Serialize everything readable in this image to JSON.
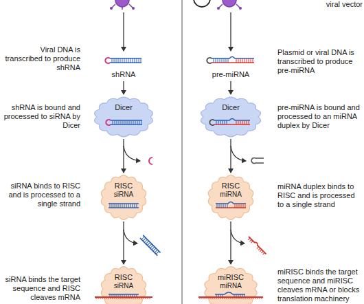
{
  "diagram": {
    "nodes": [
      {
        "text": [
          "shRNA"
        ]
      },
      {
        "text": [
          "Dicer"
        ]
      },
      {
        "text": [
          "RISC",
          "siRNA"
        ]
      },
      {
        "text": [
          "RISC",
          "siRNA"
        ]
      },
      {
        "text": [
          "pre-miRNA"
        ]
      },
      {
        "text": [
          "Dicer"
        ]
      },
      {
        "text": [
          "RISC",
          "miRNA"
        ]
      },
      {
        "text": [
          "miRISC",
          "miRNA"
        ]
      }
    ],
    "edges": [
      {
        "from": 0,
        "to": 1,
        "arrow": "to"
      },
      {
        "from": 1,
        "to": 2,
        "arrow": "to"
      },
      {
        "from": 2,
        "to": 3,
        "arrow": "to"
      },
      {
        "from": 4,
        "to": 5,
        "arrow": "to"
      },
      {
        "from": 5,
        "to": 6,
        "arrow": "to"
      },
      {
        "from": 6,
        "to": 7,
        "arrow": "to"
      }
    ],
    "labels": [
      "Viral DNA is transcribed to produce shRNA",
      "shRNA is bound and processed to siRNA by Dicer",
      "siRNA binds to RISC and is processed to a single strand",
      "siRNA binds the target sequence and RISC cleaves mRNA",
      "Plasmid or viral DNA is transcribed to produce pre-miRNA",
      "pre-miRNA is bound and processed to an miRNA duplex by Dicer",
      "miRNA duplex binds to RISC and is processed to a single strand",
      "miRISC binds the target sequence and miRISC cleaves mRNA or blocks translation machinery",
      "viral vector"
    ]
  }
}
